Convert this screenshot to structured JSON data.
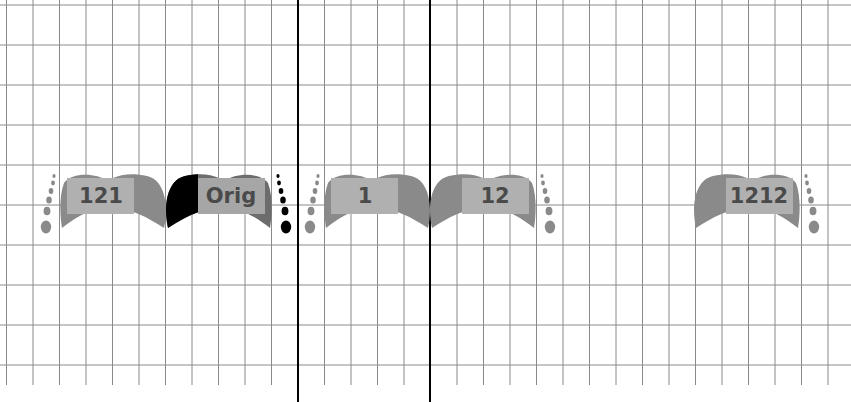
{
  "diagram": {
    "nodes": [
      {
        "text": [
          "121"
        ]
      },
      {
        "text": [
          "Orig"
        ]
      },
      {
        "text": [
          "1"
        ]
      },
      {
        "text": [
          "12"
        ]
      },
      {
        "text": [
          "1212"
        ]
      }
    ]
  }
}
